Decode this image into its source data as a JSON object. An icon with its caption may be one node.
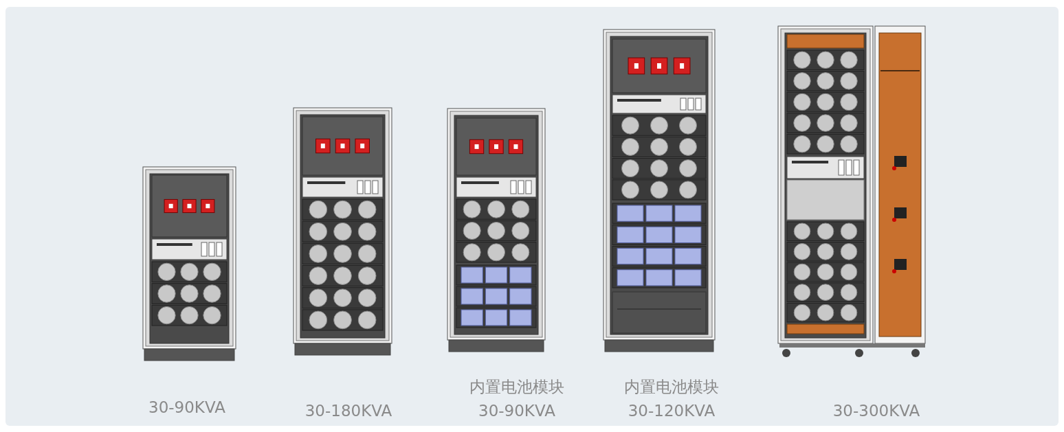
{
  "diagram": {
    "labels": [
      "30-90KVA",
      "30-180KVA",
      "内置电池模块",
      "30-90KVA",
      "内置电池模块",
      "30-120KVA",
      "30-300KVA"
    ]
  }
}
